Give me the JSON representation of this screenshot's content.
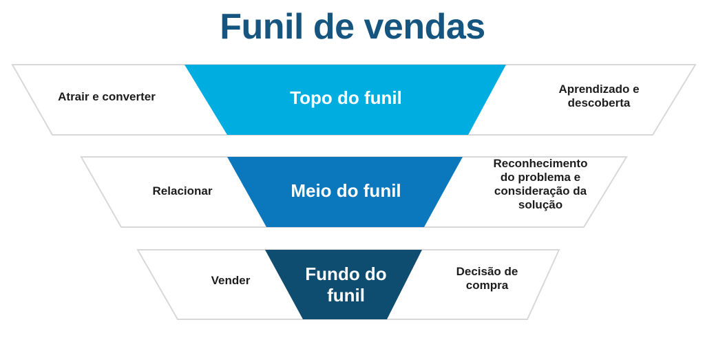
{
  "title": "Funil de vendas",
  "colors": {
    "title": "#15557f",
    "top_fill": "#00ade0",
    "middle_fill": "#0b78be",
    "bottom_fill": "#0e4c70",
    "outline": "#d8d8d8",
    "side_text": "#1c1c1c",
    "center_text": "#ffffff",
    "background": "#ffffff"
  },
  "stages": [
    {
      "id": "topo",
      "left_label": "Atrair e converter",
      "center_label": "Topo do funil",
      "right_label": "Aprendizado e\ndescoberta",
      "fill": "#00ade0"
    },
    {
      "id": "meio",
      "left_label": "Relacionar",
      "center_label": "Meio do funil",
      "right_label": "Reconhecimento\ndo problema e\nconsideração da\nsolução",
      "fill": "#0b78be"
    },
    {
      "id": "fundo",
      "left_label": "Vender",
      "center_label": "Fundo do\nfunil",
      "right_label": "Decisão de\ncompra",
      "fill": "#0e4c70"
    }
  ]
}
